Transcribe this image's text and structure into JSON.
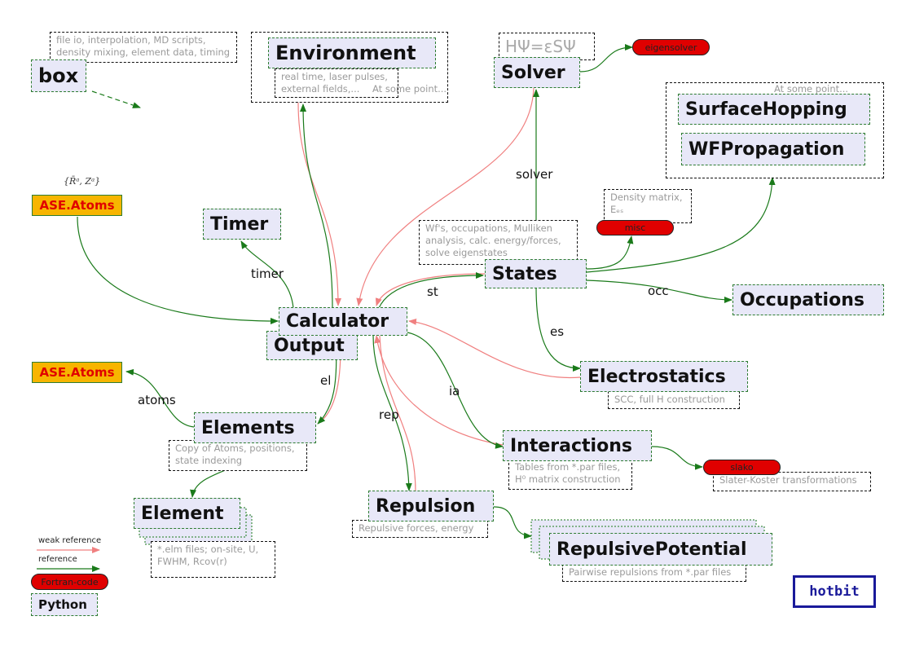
{
  "boxes": {
    "box": "box",
    "environment": "Environment",
    "solver": "Solver",
    "surface_hopping": "SurfaceHopping",
    "wf_propagation": "WFPropagation",
    "timer": "Timer",
    "states": "States",
    "calculator": "Calculator",
    "output": "Output",
    "occupations": "Occupations",
    "electrostatics": "Electrostatics",
    "elements": "Elements",
    "interactions": "Interactions",
    "element": "Element",
    "repulsion": "Repulsion",
    "repulsive_potential": "RepulsivePotential"
  },
  "ase": {
    "top": "ASE.Atoms",
    "mid": "ASE.Atoms",
    "top_annotation": "{R̄ᵃ, Zᵃ}"
  },
  "notes": {
    "box": "file io, interpolation, MD scripts, density mixing, element data, timing",
    "environment": "real time, laser pulses, external fields,...",
    "environment_later": "At some point...",
    "solver": "HΨ=εSΨ",
    "surface_later": "At some point...",
    "density": "Density matrix, Eₑₛ",
    "states": "Wf's, occupations, Mulliken analysis, calc. energy/forces, solve eigenstates",
    "electrostatics": "SCC, full H construction",
    "elements": "Copy of Atoms, positions, state indexing",
    "interactions": "Tables from *.par files, H⁰ matrix construction",
    "slako": "Slater-Koster transformations",
    "repulsion": "Repulsive forces, energy",
    "repulsive_potential": "Pairwise repulsions from *.par files",
    "element": "*.elm files; on-site, U, FWHM, Rcov(r)"
  },
  "pills": {
    "eigensolver": "eigensolver",
    "misc": "misc",
    "slako": "slako"
  },
  "edge_labels": {
    "solver": "solver",
    "timer": "timer",
    "st": "st",
    "occ": "occ",
    "es": "es",
    "el": "el",
    "atoms": "atoms",
    "ia": "ia",
    "rep": "rep"
  },
  "legend": {
    "weak": "weak reference",
    "ref": "reference",
    "fortran": "Fortran-code",
    "python": "Python"
  },
  "logo": "hotbit",
  "colors": {
    "box_fill": "#e8e8f8",
    "reference": "#1a7a1a",
    "weak_reference": "#f08080",
    "fortran": "#e00000",
    "ase_fill": "#f7b500"
  }
}
